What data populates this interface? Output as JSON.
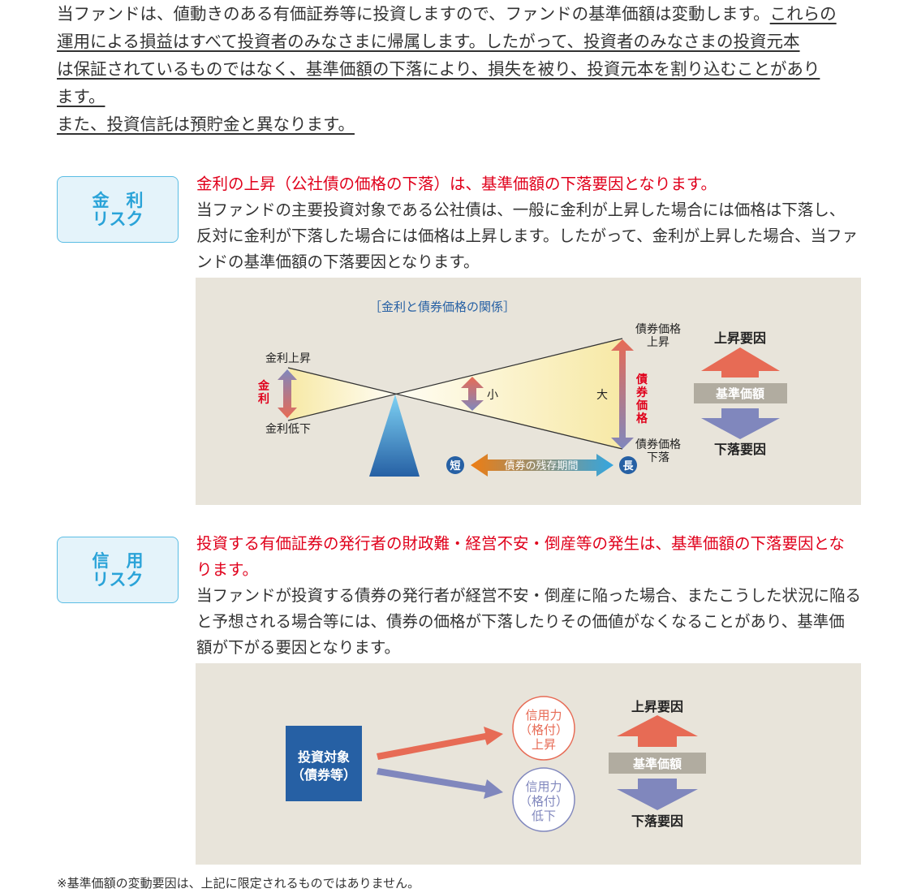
{
  "intro": {
    "line1_plain": "当ファンドは、値動きのある有価証券等に投資しますので、ファンドの基準価額は変動します。",
    "line1_underlined": "これらの",
    "line2": "運用による損益はすべて投資者のみなさまに帰属します。したがって、投資者のみなさまの投資元本",
    "line3": "は保証されているものではなく、基準価額の下落により、損失を被り、投資元本を割り込むことがあり",
    "line4": "ます。",
    "line5": "また、投資信託は預貯金と異なります。"
  },
  "interest_risk": {
    "badge_line1": "金　利",
    "badge_line2": "リスク",
    "headline": "金利の上昇（公社債の価格の下落）は、基準価額の下落要因となります。",
    "body": [
      "当ファンドの主要投資対象である公社債は、一般に金利が上昇した場合には価格は下落し、",
      "反対に金利が下落した場合には価格は上昇します。したがって、金利が上昇した場合、当ファ",
      "ンドの基準価額の下落要因となります。"
    ],
    "diagram": {
      "title": "［金利と債券価格の関係］",
      "rate_up": "金利上昇",
      "rate_down": "金利低下",
      "rate_label": [
        "金",
        "利"
      ],
      "small": "小",
      "large": "大",
      "bond_price_up": [
        "債券価格",
        "上昇"
      ],
      "bond_price_down": [
        "債券価格",
        "下落"
      ],
      "bond_price_label": [
        "債",
        "券",
        "価",
        "格"
      ],
      "short": "短",
      "long": "長",
      "remaining_term": "債券の残存期間",
      "rise_factor": "上昇要因",
      "nav": "基準価額",
      "fall_factor": "下落要因"
    }
  },
  "credit_risk": {
    "badge_line1": "信　用",
    "badge_line2": "リスク",
    "headline": [
      "投資する有価証券の発行者の財政難・経営不安・倒産等の発生は、基準価額の下落要因とな",
      "ります。"
    ],
    "body": [
      "当ファンドが投資する債券の発行者が経営不安・倒産に陥った場合、またこうした状況に陥る",
      "と予想される場合等には、債券の価格が下落したりその価値がなくなることがあり、基準価",
      "額が下がる要因となります。"
    ],
    "diagram": {
      "target": [
        "投資対象",
        "（債券等）"
      ],
      "credit_up": [
        "信用力",
        "（格付）",
        "上昇"
      ],
      "credit_down": [
        "信用力",
        "（格付）",
        "低下"
      ],
      "rise_factor": "上昇要因",
      "nav": "基準価額",
      "fall_factor": "下落要因"
    }
  },
  "footnote": "※基準価額の変動要因は、上記に限定されるものではありません。",
  "colors": {
    "red": "#e0001b",
    "up": "#e76b55",
    "down": "#8087bd",
    "nav_box": "#b1aca0",
    "blue": "#2660a4",
    "bg": "#e8e4da"
  }
}
